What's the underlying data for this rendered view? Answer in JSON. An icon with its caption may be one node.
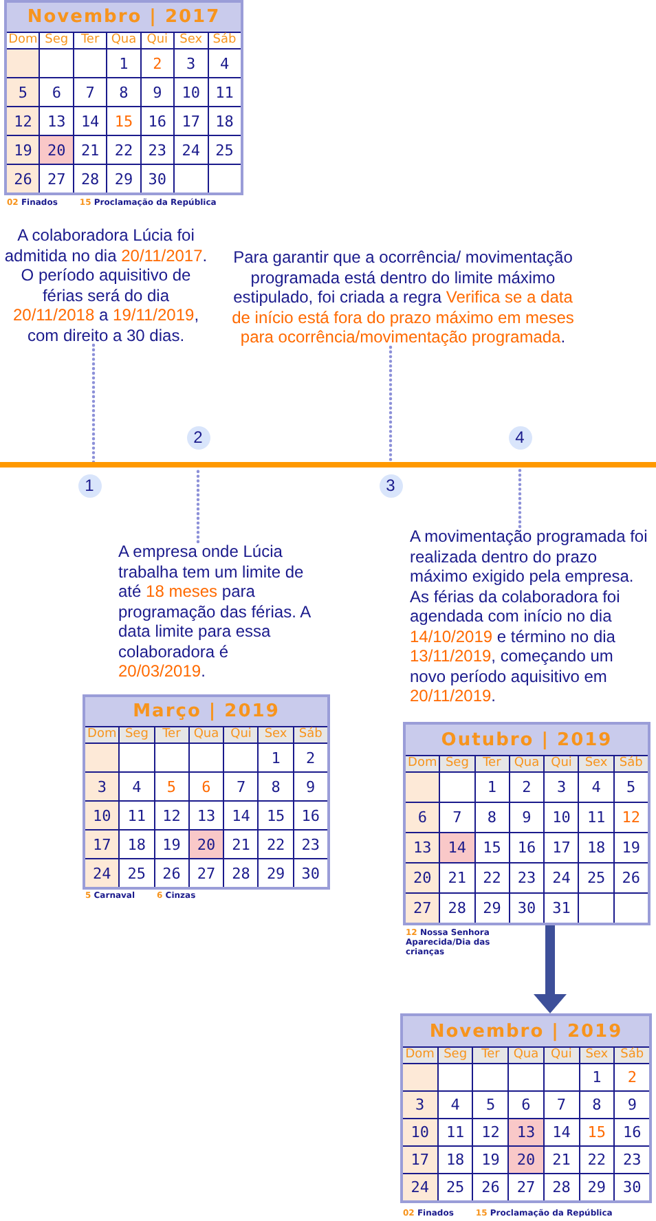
{
  "diagram": {
    "nodes": [
      {
        "text": [
          "Novembro | 2017",
          "Dom",
          "Seg",
          "Ter",
          "Qua",
          "Qui",
          "Sex",
          "Sáb",
          "1",
          "2",
          "3",
          "4",
          "5",
          "6",
          "7",
          "8",
          "9",
          "10",
          "11",
          "12",
          "13",
          "14",
          "15",
          "16",
          "17",
          "18",
          "19",
          "20",
          "21",
          "22",
          "23",
          "24",
          "25",
          "26",
          "27",
          "28",
          "29",
          "30"
        ],
        "beside": [
          "02 Finados",
          "15 Proclamação da República"
        ]
      },
      {
        "text": [
          "A colaboradora Lúcia foi admitida no dia",
          "20/11/2017",
          ". O período aquisitivo de férias será do dia",
          "20/11/2018",
          "a",
          "19/11/2019",
          ", com direito a 30 dias."
        ]
      },
      {
        "text": [
          "Para garantir que a ocorrência/ movimentação programada está dentro do limite máximo estipulado, foi criada a regra",
          "Verifica se a data de início está fora do prazo máximo em meses para ocorrência/movimentação programada",
          "."
        ]
      },
      {
        "text": [],
        "shape": "bar"
      },
      {
        "text": [
          "1"
        ]
      },
      {
        "text": [
          "2"
        ]
      },
      {
        "text": [
          "3"
        ]
      },
      {
        "text": [
          "4"
        ]
      },
      {
        "text": [
          "A empresa onde Lúcia trabalha tem um limite de até",
          "18 meses",
          "para programação das férias. A data limite para essa colaboradora é",
          "20/03/2019",
          "."
        ]
      },
      {
        "text": [
          "A movimentação programada foi realizada dentro do prazo máximo exigido pela empresa. As férias da colaboradora foi agendada com início no dia",
          "14/10/2019",
          "e término no dia",
          "13/11/2019",
          ", começando um novo período aquisitivo em",
          "20/11/2019",
          "."
        ]
      },
      {
        "text": [
          "Março | 2019",
          "Dom",
          "Seg",
          "Ter",
          "Qua",
          "Qui",
          "Sex",
          "Sáb",
          "1",
          "2",
          "3",
          "4",
          "5",
          "6",
          "7",
          "8",
          "9",
          "10",
          "11",
          "12",
          "13",
          "14",
          "15",
          "16",
          "17",
          "18",
          "19",
          "20",
          "21",
          "22",
          "23",
          "24",
          "25",
          "26",
          "27",
          "28",
          "29",
          "30"
        ],
        "beside": [
          "5 Carnaval",
          "6 Cinzas"
        ]
      },
      {
        "text": [
          "Outubro | 2019",
          "Dom",
          "Seg",
          "Ter",
          "Qua",
          "Qui",
          "Sex",
          "Sáb",
          "1",
          "2",
          "3",
          "4",
          "5",
          "6",
          "7",
          "8",
          "9",
          "10",
          "11",
          "12",
          "13",
          "14",
          "15",
          "16",
          "17",
          "18",
          "19",
          "20",
          "21",
          "22",
          "23",
          "24",
          "25",
          "26",
          "27",
          "28",
          "29",
          "30",
          "31"
        ],
        "beside": [
          "12 Nossa Senhora Aparecida/Dia das crianças"
        ]
      },
      {
        "text": [
          "Novembro | 2019",
          "Dom",
          "Seg",
          "Ter",
          "Qua",
          "Qui",
          "Sex",
          "Sáb",
          "1",
          "2",
          "3",
          "4",
          "5",
          "6",
          "7",
          "8",
          "9",
          "10",
          "11",
          "12",
          "13",
          "14",
          "15",
          "16",
          "17",
          "18",
          "19",
          "20",
          "21",
          "22",
          "23",
          "24",
          "25",
          "26",
          "27",
          "28",
          "29",
          "30"
        ],
        "beside": [
          "02 Finados",
          "15 Proclamação da República"
        ]
      }
    ],
    "edges": [
      {
        "from": 1,
        "to": 3,
        "arrow": "none",
        "style": "dashed"
      },
      {
        "from": 2,
        "to": 3,
        "arrow": "none",
        "style": "dashed"
      },
      {
        "from": 8,
        "to": 3,
        "arrow": "none",
        "style": "dashed"
      },
      {
        "from": 9,
        "to": 3,
        "arrow": "none",
        "style": "dashed"
      },
      {
        "from": 11,
        "to": 12,
        "arrow": "to",
        "style": "thick",
        "color": "#3d4f99"
      }
    ]
  }
}
